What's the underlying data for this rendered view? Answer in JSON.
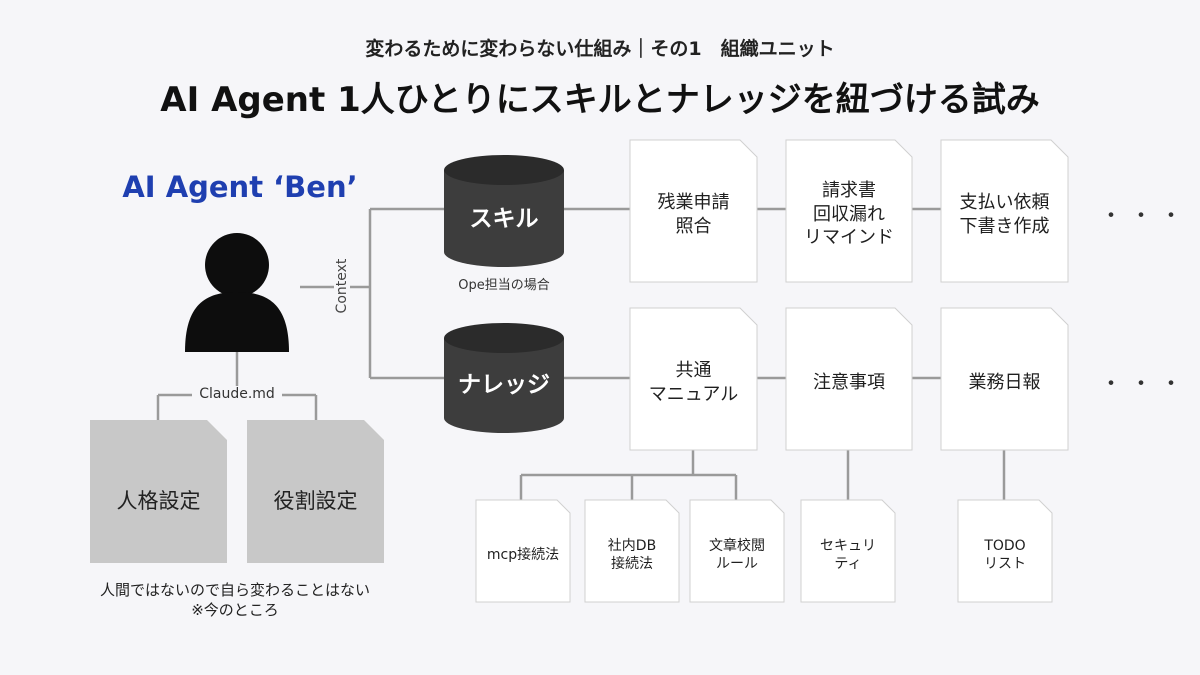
{
  "header": {
    "subtitle": "変わるために変わらない仕組み｜その1　組織ユニット",
    "title": "AI Agent 1人ひとりにスキルとナレッジを紐づける試み"
  },
  "agent": {
    "name": "AI Agent ‘Ben’",
    "context_label": "Context",
    "claude_label": "Claude.md",
    "config_docs": [
      "人格設定",
      "役割設定"
    ],
    "note": "人間ではないので自ら変わることはない\n※今のところ"
  },
  "skill": {
    "label": "スキル",
    "caption": "Ope担当の場合",
    "docs": [
      "残業申請\n照合",
      "請求書\n回収漏れ\nリマインド",
      "支払い依頼\n下書き作成"
    ],
    "more": "・・・"
  },
  "knowledge": {
    "label": "ナレッジ",
    "docs": [
      "共通\nマニュアル",
      "注意事項",
      "業務日報"
    ],
    "more": "・・・",
    "sub_docs": [
      "mcp接続法",
      "社内DB\n接続法",
      "文章校閲\nルール",
      "セキュリ\nティ",
      "TODO\nリスト"
    ]
  },
  "colors": {
    "accent": "#1f3fb0",
    "db_fill": "#3d3d3d",
    "config_fill": "#c8c8c8",
    "line": "#9a9a9a"
  }
}
